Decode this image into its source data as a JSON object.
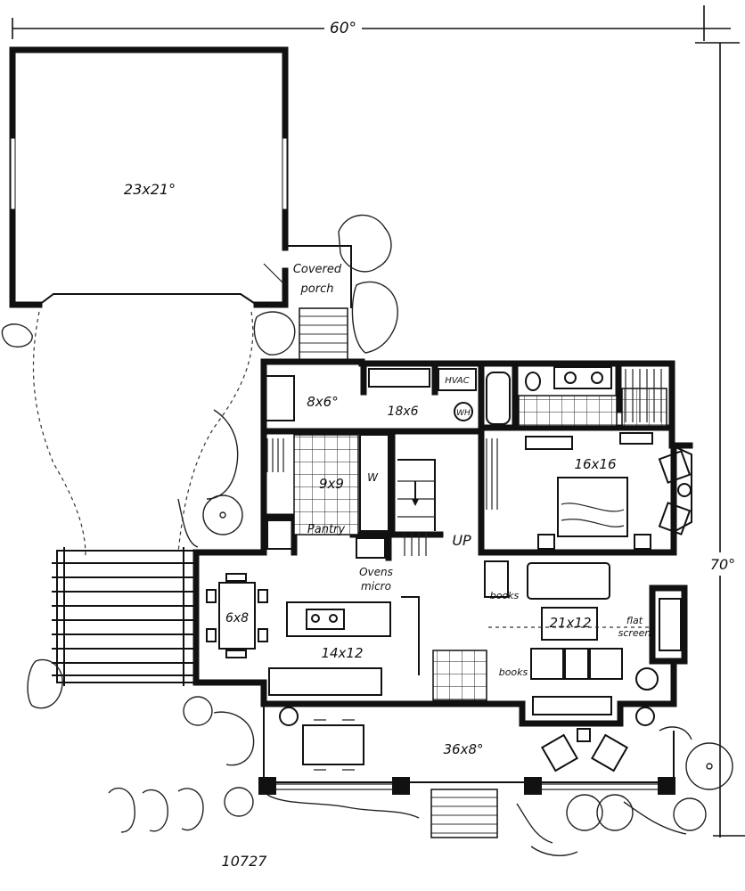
{
  "dimensions": {
    "overall_width": "60°",
    "overall_depth": "70°"
  },
  "rooms": {
    "garage": "23x21°",
    "covered_porch": [
      "Covered",
      "porch"
    ],
    "mudroom": "8x6°",
    "laundry": "18x6",
    "hvac": "HVAC",
    "water_heater": "WH",
    "kitchen": "9x9",
    "w_label": "W",
    "pantry": "Pantry",
    "ovens": [
      "Ovens",
      "micro"
    ],
    "stair": "UP",
    "bedroom": "16x16",
    "dining": "6x8",
    "great_room": "14x12",
    "living": "21x12",
    "books_upper": "books",
    "books_lower": "books",
    "tv": [
      "flat",
      "screen"
    ],
    "front_porch": "36x8°"
  },
  "plan_id": "10727"
}
